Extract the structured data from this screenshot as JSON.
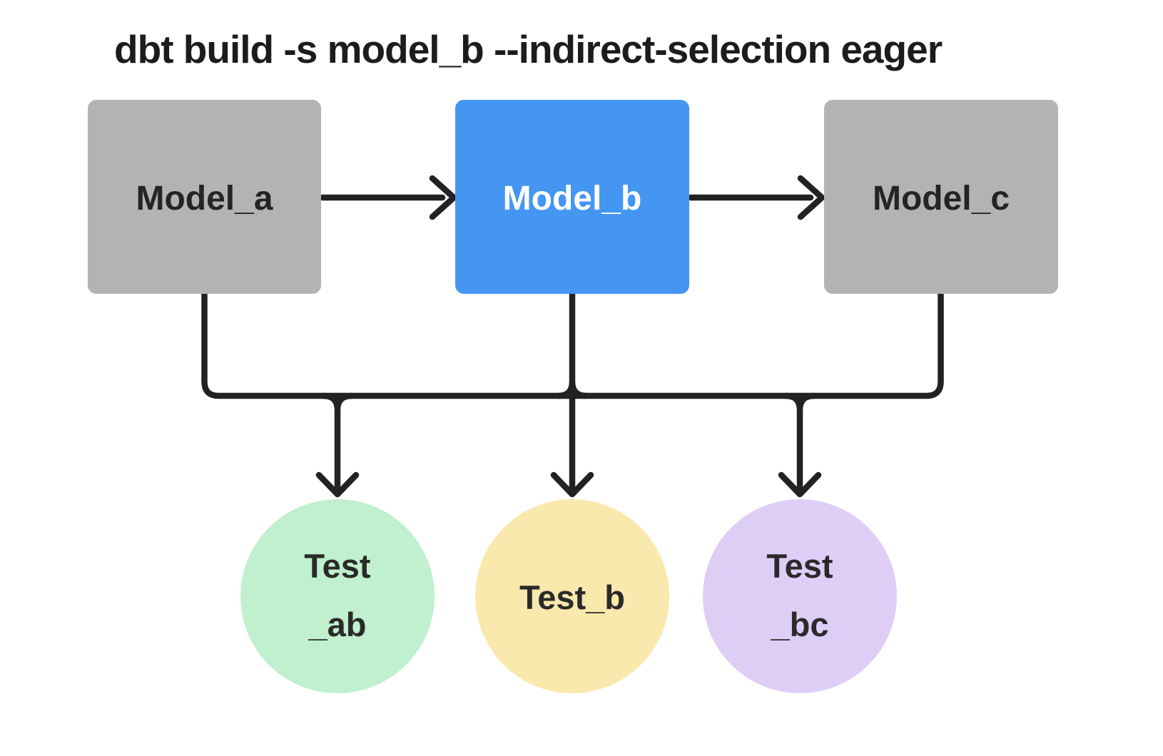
{
  "title": "dbt build -s model_b --indirect-selection eager",
  "colors": {
    "background": "#ffffff",
    "edge": "#222222",
    "title_text": "#1c1c1e",
    "model_default_fill": "#b3b3b3",
    "model_selected_fill": "#4496f2",
    "model_label_dark": "#242424",
    "model_label_light": "#ffffff",
    "test_ab_fill": "#c0f0cd",
    "test_b_fill": "#fae9ad",
    "test_bc_fill": "#decef6",
    "test_label": "#2a2a2a"
  },
  "nodes": {
    "model_a": {
      "label": "Model_a",
      "type": "model",
      "selected": false
    },
    "model_b": {
      "label": "Model_b",
      "type": "model",
      "selected": true
    },
    "model_c": {
      "label": "Model_c",
      "type": "model",
      "selected": false
    },
    "test_ab": {
      "label": "Test_ab",
      "line1": "Test",
      "line2": "_ab",
      "type": "test"
    },
    "test_b": {
      "label": "Test_b",
      "line1": "Test_b",
      "line2": "",
      "type": "test"
    },
    "test_bc": {
      "label": "Test_bc",
      "line1": "Test",
      "line2": "_bc",
      "type": "test"
    }
  },
  "edges": [
    {
      "from": "model_a",
      "to": "model_b"
    },
    {
      "from": "model_b",
      "to": "model_c"
    },
    {
      "from": "model_a",
      "to": "test_ab"
    },
    {
      "from": "model_b",
      "to": "test_ab"
    },
    {
      "from": "model_b",
      "to": "test_b"
    },
    {
      "from": "model_b",
      "to": "test_bc"
    },
    {
      "from": "model_c",
      "to": "test_bc"
    }
  ]
}
